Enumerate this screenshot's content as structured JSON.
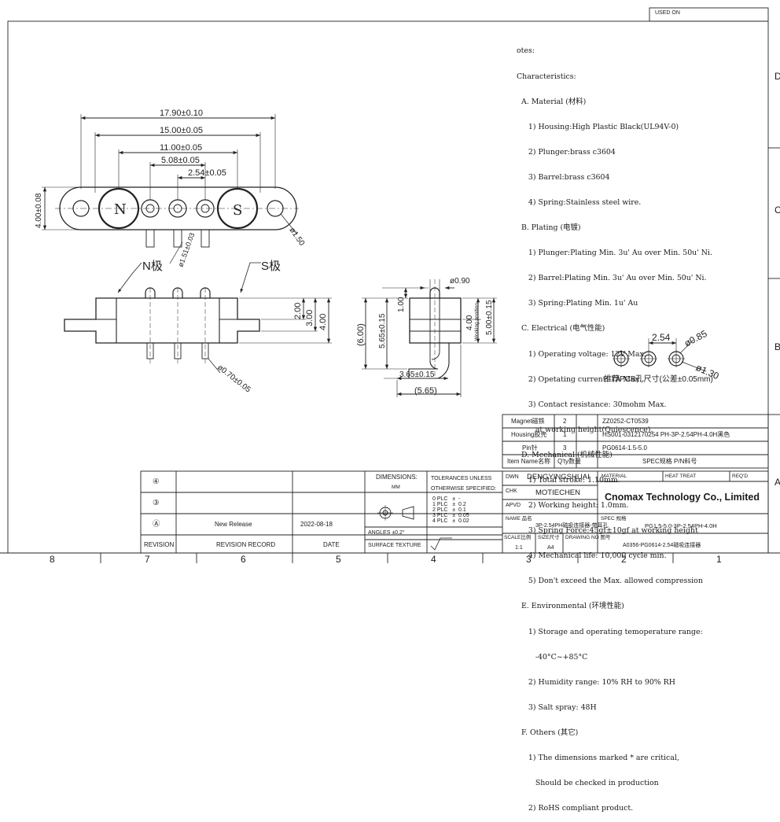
{
  "used_on": "USED ON",
  "zone_letters": [
    "D",
    "C",
    "B",
    "A"
  ],
  "column_numbers": [
    "8",
    "7",
    "6",
    "5",
    "4",
    "3",
    "2",
    "1"
  ],
  "dimensions": {
    "d1790": "17.90±0.10",
    "d1500": "15.00±0.05",
    "d1100": "11.00±0.05",
    "d508": "5.08±0.05",
    "d254": "2.54±0.05",
    "d400v": "4.00±0.08",
    "hole": "ø1.50",
    "pin_dia": "ø1.51±0.03",
    "n_label": "N",
    "s_label": "S",
    "n_pole": "N极",
    "s_pole": "S极",
    "d200": "2.00",
    "d300": "3.00",
    "d400": "4.00",
    "d070": "ø0.70±0.05",
    "d090": "ø0.90",
    "d100": "1.00",
    "d565v": "5.65±0.15",
    "d600": "(6.00)",
    "d400b": "4.00",
    "working_position": "Working position",
    "d500": "5.00±0.15",
    "d365": "3.65±0.15",
    "d565h": "(5.65)",
    "pcb_254": "2.54",
    "pcb_085": "ø0.85",
    "pcb_130": "ø1.30",
    "pcb_note": "推荐PCB孔尺寸(公差±0.05mm)"
  },
  "notes": {
    "title": "otes:",
    "lines": [
      "Characteristics:",
      "  A. Material (材料)",
      "     1) Housing:High Plastic Black(UL94V-0)",
      "     2) Plunger:brass c3604",
      "     3) Barrel:brass c3604",
      "     4) Spring:Stainless steel wire.",
      "  B. Plating (电镀)",
      "     1) Plunger:Plating Min. 3u' Au over Min. 50u' Ni.",
      "     2) Barrel:Plating Min. 3u' Au over Min. 50u' Ni.",
      "     3) Spring:Plating Min. 1u' Au",
      "  C. Electrical (电气性能)",
      "     1) Operating voltage: 12V Max.",
      "     2) Opetating current: 1A Max.",
      "     3) Contact resistance: 30mohm Max.",
      "        at working height(Quiescence).",
      "  D. Mechanical (机械性能)",
      "     1) Total stroke: 1.10mm.",
      "     2) Working height: 1.0mm.",
      "     3) Spring Force:45gf±10gf at working height",
      "     4) Mechanical life: 10,000 cycle min.",
      "     5) Don't exceed the Max. allowed compression",
      "  E. Environmental (环境性能)",
      "     1) Storage and operating temoperature range:",
      "        -40°C~+85°C",
      "     2) Humidity range: 10% RH to 90% RH",
      "     3) Salt spray: 48H",
      "  F. Others (其它)",
      "     1) The dimensions marked * are critical,",
      "        Should be checked in production",
      "     2) RoHS compliant product."
    ]
  },
  "bom": {
    "rows": [
      {
        "name": "Magnet磁铁",
        "no": "2",
        "part": "ZZ0252-CT0539"
      },
      {
        "name": "Housing胶壳",
        "no": "1",
        "part": "HS001-0312170254 PH-3P-2.54PH-4.0H黑色"
      },
      {
        "name": "Pin针",
        "no": "3",
        "part": "PG0614-1.5-5.0"
      }
    ],
    "header": {
      "name": "Item Name名称",
      "qty": "Q'ty数量",
      "spec": "SPEC规格 P/N料号"
    }
  },
  "revision": {
    "rows": [
      {
        "sym": "④",
        "record": "",
        "date": ""
      },
      {
        "sym": "③",
        "record": "",
        "date": ""
      },
      {
        "sym": "Ⓐ",
        "record": "New Release",
        "date": "2022-08-18"
      }
    ],
    "header": {
      "rev": "REVISION",
      "record": "REVISION RECORD",
      "date": "DATE"
    }
  },
  "title_block": {
    "dimensions": "DIMENSIONS:",
    "unit": "MM",
    "tol_title": "TOLERANCES UNLESS",
    "tol_sub": "OTHERWISE SPECIFIED:",
    "tol_plc": [
      "0 PLC   ±  -",
      "1 PLC   ±  0.2",
      "2 PLC   ±  0.1",
      "3 PLC   ±  0.05",
      "4 PLC   ±  0.02"
    ],
    "angles": "ANGLES ±0.2°",
    "surface": "SURFACE TEXTURE",
    "dwn_label": "DWN",
    "dwn": "DENGYINGSHUAI",
    "chk_label": "CHK",
    "chk": "MOTIECHEN",
    "apvd": "APVD",
    "name_label": "NAME 品名",
    "name": "3P-2.54PH磁吸连接器-带耳孔",
    "scale_label": "SCALE比例",
    "scale": "1:1",
    "size_label": "SIZE尺寸",
    "size": "A4",
    "material": "MATERIAL",
    "heat": "HEAT TREAT",
    "req": "REQ'D",
    "company": "Cnomax Technology Co., Limited",
    "spec_label": "SPEC 规格",
    "spec": "PG1.5-5.0-3P-2.54PH-4.0H",
    "drawing_label": "DRAWING NO 图号",
    "drawing": "A0356-PG0614-2.54磁吸连接器"
  }
}
